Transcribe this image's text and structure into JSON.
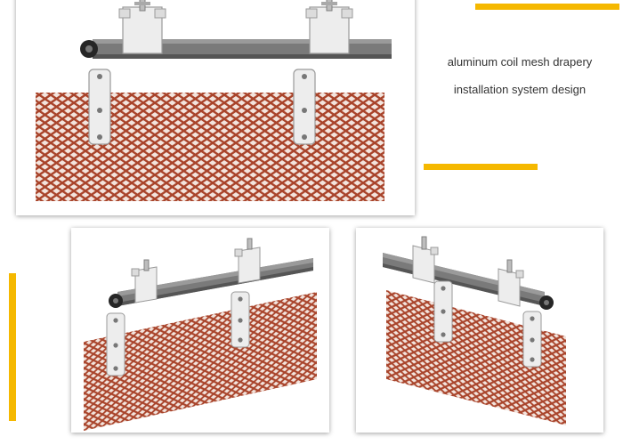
{
  "caption": {
    "line1": "aluminum coil mesh drapery",
    "line2": "installation system design"
  },
  "colors": {
    "accent": "#F5B800",
    "mesh": "#A9442B",
    "rail": "#6E6E6E",
    "rail_dark": "#4A4A4A",
    "bracket": "#EDEDED",
    "bracket_edge": "#9A9A9A",
    "roller": "#262626",
    "text": "#333333"
  },
  "illustrations": [
    {
      "name": "installation-front-view",
      "icon": "drapery-rail-front-illustration"
    },
    {
      "name": "installation-left-angle-view",
      "icon": "drapery-rail-left-angle-illustration"
    },
    {
      "name": "installation-right-angle-view",
      "icon": "drapery-rail-right-angle-illustration"
    }
  ]
}
